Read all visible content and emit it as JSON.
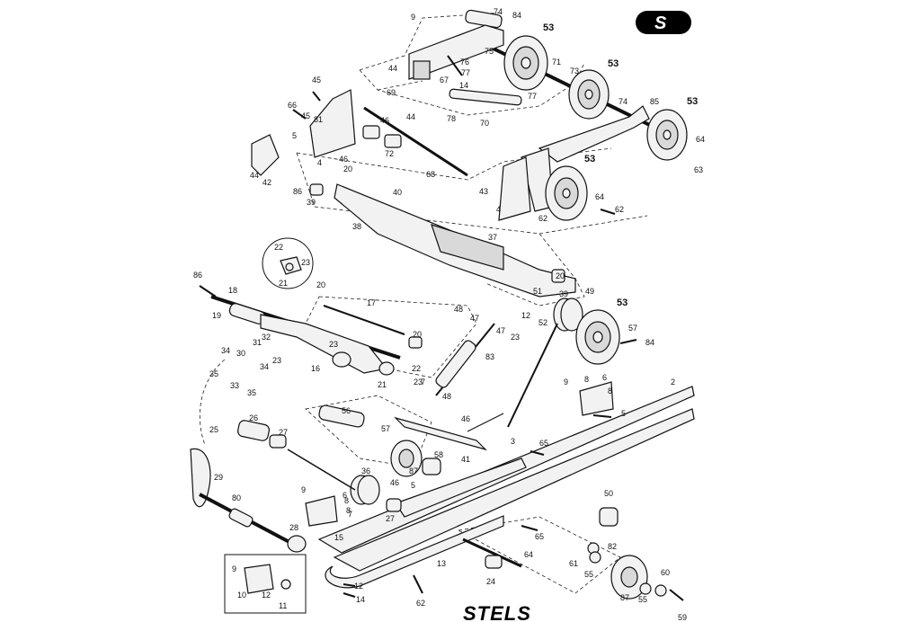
{
  "brand": {
    "logo_letter": "S",
    "wordmark": "STELS"
  },
  "callouts": [
    {
      "id": "c1",
      "text": "74"
    },
    {
      "id": "c2",
      "text": "84"
    },
    {
      "id": "c3",
      "text": "9"
    },
    {
      "id": "c4",
      "text": "53"
    },
    {
      "id": "c5",
      "text": "44"
    },
    {
      "id": "c6",
      "text": "76"
    },
    {
      "id": "c7",
      "text": "75"
    },
    {
      "id": "c8",
      "text": "77"
    },
    {
      "id": "c9",
      "text": "71"
    },
    {
      "id": "c10",
      "text": "73"
    },
    {
      "id": "c11",
      "text": "53"
    },
    {
      "id": "c12",
      "text": "67"
    },
    {
      "id": "c13",
      "text": "14"
    },
    {
      "id": "c14",
      "text": "45"
    },
    {
      "id": "c15",
      "text": "69"
    },
    {
      "id": "c16",
      "text": "77"
    },
    {
      "id": "c17",
      "text": "74"
    },
    {
      "id": "c18",
      "text": "85"
    },
    {
      "id": "c19",
      "text": "53"
    },
    {
      "id": "c20",
      "text": "66"
    },
    {
      "id": "c21",
      "text": "45"
    },
    {
      "id": "c22",
      "text": "81"
    },
    {
      "id": "c23",
      "text": "46"
    },
    {
      "id": "c24",
      "text": "44"
    },
    {
      "id": "c25",
      "text": "78"
    },
    {
      "id": "c26",
      "text": "70"
    },
    {
      "id": "c27",
      "text": "5"
    },
    {
      "id": "c28",
      "text": "4"
    },
    {
      "id": "c29",
      "text": "72"
    },
    {
      "id": "c30",
      "text": "64"
    },
    {
      "id": "c31",
      "text": "63"
    },
    {
      "id": "c32",
      "text": "46"
    },
    {
      "id": "c33",
      "text": "44"
    },
    {
      "id": "c34",
      "text": "42"
    },
    {
      "id": "c35",
      "text": "53"
    },
    {
      "id": "c36",
      "text": "20"
    },
    {
      "id": "c37",
      "text": "68"
    },
    {
      "id": "c38",
      "text": "43"
    },
    {
      "id": "c39",
      "text": "86"
    },
    {
      "id": "c40",
      "text": "39"
    },
    {
      "id": "c41",
      "text": "40"
    },
    {
      "id": "c42",
      "text": "64"
    },
    {
      "id": "c43",
      "text": "62"
    },
    {
      "id": "c44",
      "text": "4"
    },
    {
      "id": "c45",
      "text": "62"
    },
    {
      "id": "c46",
      "text": "38"
    },
    {
      "id": "c47",
      "text": "37"
    },
    {
      "id": "c48",
      "text": "22"
    },
    {
      "id": "c49",
      "text": "23"
    },
    {
      "id": "c50",
      "text": "21"
    },
    {
      "id": "c51",
      "text": "86"
    },
    {
      "id": "c52",
      "text": "18"
    },
    {
      "id": "c53",
      "text": "20"
    },
    {
      "id": "c54",
      "text": "20"
    },
    {
      "id": "c55",
      "text": "51"
    },
    {
      "id": "c56",
      "text": "39"
    },
    {
      "id": "c57",
      "text": "49"
    },
    {
      "id": "c58",
      "text": "17"
    },
    {
      "id": "c59",
      "text": "53"
    },
    {
      "id": "c60",
      "text": "19"
    },
    {
      "id": "c61",
      "text": "48"
    },
    {
      "id": "c62",
      "text": "47"
    },
    {
      "id": "c63",
      "text": "12"
    },
    {
      "id": "c64",
      "text": "52"
    },
    {
      "id": "c65",
      "text": "47"
    },
    {
      "id": "c66",
      "text": "23"
    },
    {
      "id": "c67",
      "text": "57"
    },
    {
      "id": "c68",
      "text": "84"
    },
    {
      "id": "c69",
      "text": "32"
    },
    {
      "id": "c70",
      "text": "20"
    },
    {
      "id": "c71",
      "text": "34"
    },
    {
      "id": "c72",
      "text": "31"
    },
    {
      "id": "c73",
      "text": "30"
    },
    {
      "id": "c74",
      "text": "23"
    },
    {
      "id": "c75",
      "text": "23"
    },
    {
      "id": "c76",
      "text": "34"
    },
    {
      "id": "c77",
      "text": "35"
    },
    {
      "id": "c78",
      "text": "16"
    },
    {
      "id": "c79",
      "text": "22"
    },
    {
      "id": "c80",
      "text": "83"
    },
    {
      "id": "c81",
      "text": "33"
    },
    {
      "id": "c82",
      "text": "35"
    },
    {
      "id": "c83",
      "text": "21"
    },
    {
      "id": "c84",
      "text": "23"
    },
    {
      "id": "c85",
      "text": "2"
    },
    {
      "id": "c86",
      "text": "9"
    },
    {
      "id": "c87",
      "text": "8"
    },
    {
      "id": "c88",
      "text": "6"
    },
    {
      "id": "c89",
      "text": "8"
    },
    {
      "id": "c90",
      "text": "5"
    },
    {
      "id": "c91",
      "text": "48"
    },
    {
      "id": "c92",
      "text": "56"
    },
    {
      "id": "c93",
      "text": "7"
    },
    {
      "id": "c94",
      "text": "25"
    },
    {
      "id": "c95",
      "text": "26"
    },
    {
      "id": "c96",
      "text": "57"
    },
    {
      "id": "c97",
      "text": "46"
    },
    {
      "id": "c98",
      "text": "27"
    },
    {
      "id": "c99",
      "text": "41"
    },
    {
      "id": "c100",
      "text": "3"
    },
    {
      "id": "c101",
      "text": "65"
    },
    {
      "id": "c102",
      "text": "58"
    },
    {
      "id": "c103",
      "text": "87"
    },
    {
      "id": "c104",
      "text": "29"
    },
    {
      "id": "c105",
      "text": "36"
    },
    {
      "id": "c106",
      "text": "46"
    },
    {
      "id": "c107",
      "text": "9"
    },
    {
      "id": "c108",
      "text": "5"
    },
    {
      "id": "c109",
      "text": "50"
    },
    {
      "id": "c110",
      "text": "8"
    },
    {
      "id": "c111",
      "text": "6"
    },
    {
      "id": "c112",
      "text": "80"
    },
    {
      "id": "c113",
      "text": "8"
    },
    {
      "id": "c114",
      "text": "7"
    },
    {
      "id": "c115",
      "text": "27"
    },
    {
      "id": "c116",
      "text": "65"
    },
    {
      "id": "c117",
      "text": "28"
    },
    {
      "id": "c118",
      "text": "15"
    },
    {
      "id": "c119",
      "text": "82"
    },
    {
      "id": "c120",
      "text": "61"
    },
    {
      "id": "c121",
      "text": "13"
    },
    {
      "id": "c122",
      "text": "64"
    },
    {
      "id": "c123",
      "text": "55"
    },
    {
      "id": "c124",
      "text": "9"
    },
    {
      "id": "c125",
      "text": "60"
    },
    {
      "id": "c126",
      "text": "24"
    },
    {
      "id": "c127",
      "text": "12"
    },
    {
      "id": "c128",
      "text": "10"
    },
    {
      "id": "c129",
      "text": "12"
    },
    {
      "id": "c130",
      "text": "11"
    },
    {
      "id": "c131",
      "text": "14"
    },
    {
      "id": "c132",
      "text": "62"
    },
    {
      "id": "c133",
      "text": "87"
    },
    {
      "id": "c134",
      "text": "55"
    },
    {
      "id": "c135",
      "text": "59"
    }
  ]
}
